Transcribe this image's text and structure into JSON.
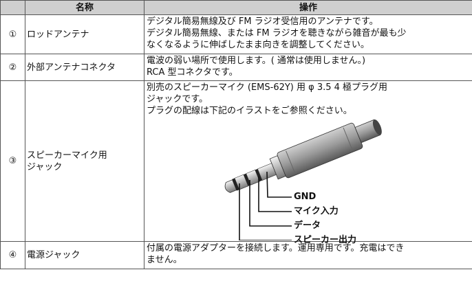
{
  "header": {
    "col_num": "",
    "col_name": "名称",
    "col_op": "操作"
  },
  "rows": [
    {
      "num": "①",
      "name": "ロッドアンテナ",
      "op": [
        "デジタル簡易無線及び FM ラジオ受信用のアンテナです。",
        "デジタル簡易無線、または FM ラジオを聴きながら雑音が最も少",
        "なくなるように伸ばしたまま向きを調整してください。"
      ]
    },
    {
      "num": "②",
      "name": "外部アンテナコネクタ",
      "op": [
        "電波の弱い場所で使用します。( 通常は使用しません。)",
        "RCA 型コネクタです。"
      ]
    },
    {
      "num": "③",
      "name_lines": [
        "スピーカーマイク用",
        "ジャック"
      ],
      "op": [
        "別売のスピーカーマイク (EMS-62Y) 用 φ 3.5 4 極プラグ用",
        "ジャックです。",
        "プラグの配線は下記のイラストをご参照ください。"
      ],
      "plug_labels": {
        "gnd": "GND",
        "mic": "マイク入力",
        "data": "データ",
        "speaker": "スピーカー出力"
      }
    },
    {
      "num": "④",
      "name": "電源ジャック",
      "op": [
        "付属の電源アダプターを接続します。運用専用です。充電はでき",
        "ません。"
      ]
    }
  ]
}
